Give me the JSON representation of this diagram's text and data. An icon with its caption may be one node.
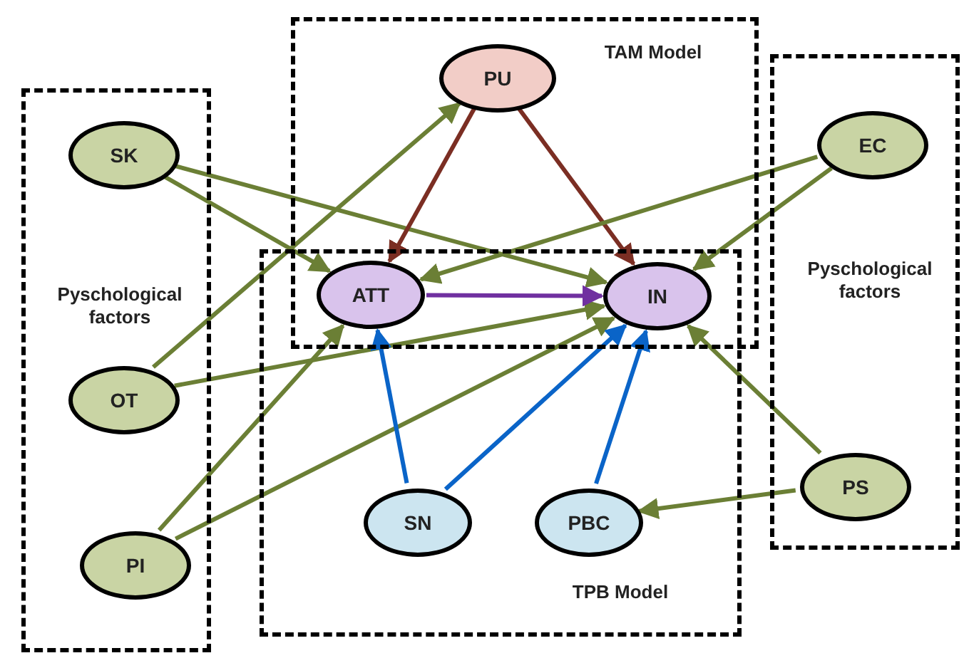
{
  "diagram": {
    "nodes": [
      {
        "text": [
          "Pyschological factors"
        ]
      },
      {
        "text": [
          "SK"
        ],
        "in": 0
      },
      {
        "text": [
          "OT"
        ],
        "in": 0
      },
      {
        "text": [
          "PI"
        ],
        "in": 0
      },
      {
        "text": [
          "TAM Model"
        ]
      },
      {
        "text": [
          "PU"
        ],
        "in": 4
      },
      {
        "text": [
          "TPB Model"
        ]
      },
      {
        "text": [
          "ATT"
        ]
      },
      {
        "text": [
          "IN"
        ]
      },
      {
        "text": [
          "SN"
        ],
        "in": 6
      },
      {
        "text": [
          "PBC"
        ],
        "in": 6
      },
      {
        "text": [
          "Pyschological factors"
        ]
      },
      {
        "text": [
          "EC"
        ],
        "in": 11
      },
      {
        "text": [
          "PS"
        ],
        "in": 11
      }
    ],
    "edges": [
      {
        "from": 1,
        "to": 7,
        "arrow": "to"
      },
      {
        "from": 1,
        "to": 8,
        "arrow": "to"
      },
      {
        "from": 2,
        "to": 5,
        "arrow": "to"
      },
      {
        "from": 2,
        "to": 8,
        "arrow": "to"
      },
      {
        "from": 3,
        "to": 7,
        "arrow": "to"
      },
      {
        "from": 3,
        "to": 8,
        "arrow": "to"
      },
      {
        "from": 5,
        "to": 7,
        "arrow": "to",
        "color": "#7b2e23"
      },
      {
        "from": 5,
        "to": 8,
        "arrow": "to",
        "color": "#7b2e23"
      },
      {
        "from": 7,
        "to": 8,
        "arrow": "to",
        "color": "#7030a0"
      },
      {
        "from": 12,
        "to": 7,
        "arrow": "to"
      },
      {
        "from": 12,
        "to": 8,
        "arrow": "to"
      },
      {
        "from": 9,
        "to": 7,
        "arrow": "to",
        "color": "#0a64c8"
      },
      {
        "from": 9,
        "to": 8,
        "arrow": "to",
        "color": "#0a64c8"
      },
      {
        "from": 10,
        "to": 8,
        "arrow": "to",
        "color": "#0a64c8"
      },
      {
        "from": 13,
        "to": 8,
        "arrow": "to"
      },
      {
        "from": 13,
        "to": 10,
        "arrow": "to"
      }
    ]
  }
}
